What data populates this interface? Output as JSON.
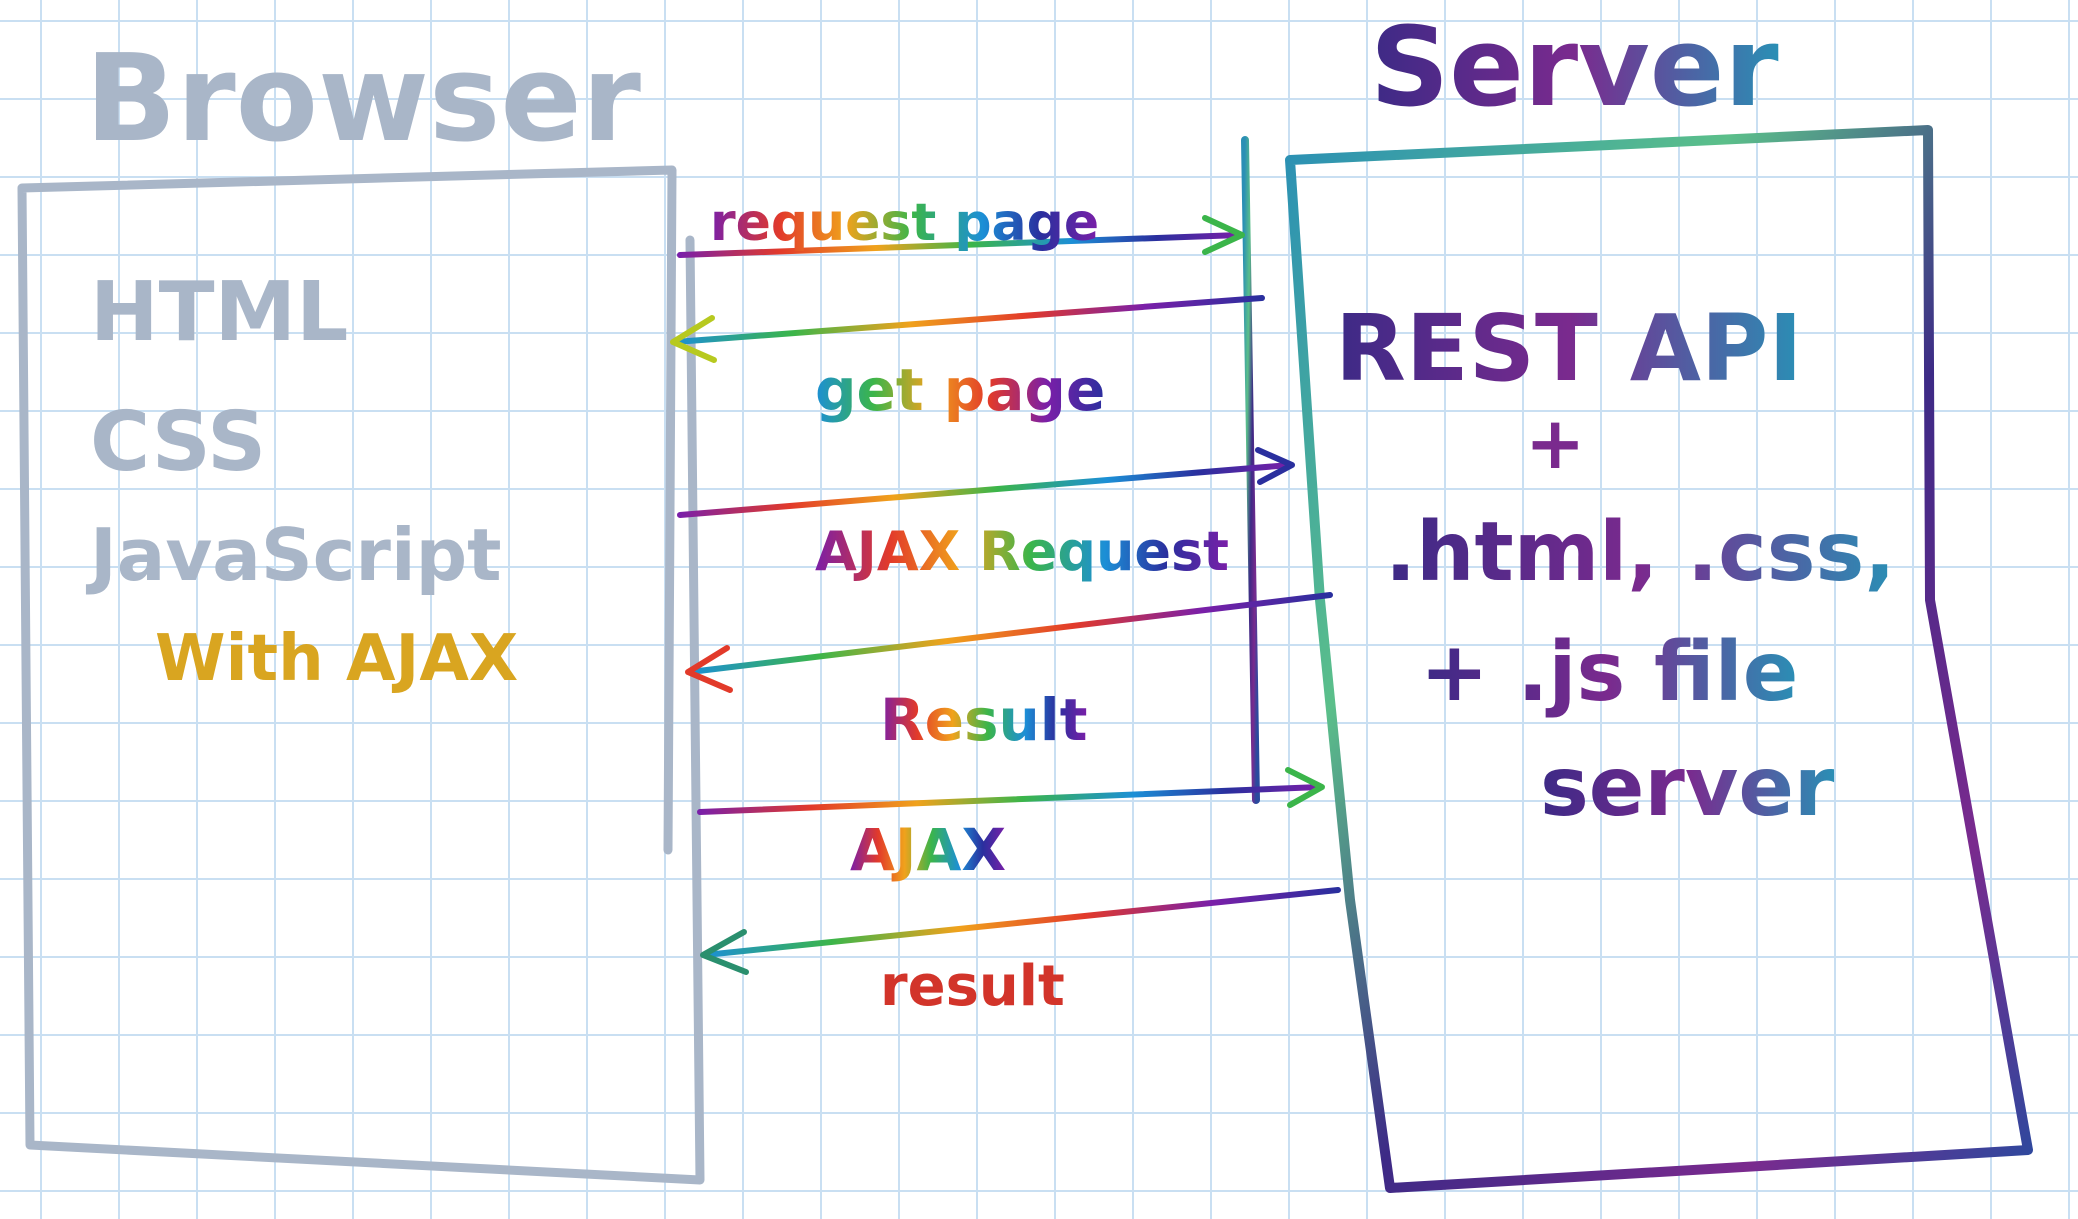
{
  "browser": {
    "title": "Browser",
    "items": [
      "HTML",
      "CSS",
      "JavaScript"
    ],
    "ajax_note": "With AJAX"
  },
  "server": {
    "title": "Server",
    "content": [
      "REST API",
      "+",
      ".html, .css,",
      "+ .js file",
      "server"
    ]
  },
  "arrows": [
    {
      "label": "request page",
      "direction": "to-server"
    },
    {
      "label": "get page",
      "direction": "to-browser"
    },
    {
      "label": "AJAX Request",
      "direction": "to-server"
    },
    {
      "label": "Result",
      "direction": "to-browser"
    },
    {
      "label": "AJAX",
      "direction": "to-server"
    },
    {
      "label": "result",
      "direction": "to-browser"
    }
  ],
  "colors": {
    "browser_silver": "#a9b6c8",
    "ajax_gold": "#d9a520",
    "server_indigo": "#3d2a86",
    "server_teal": "#2a8fb5",
    "server_green": "#5bbf8a",
    "grid": "#c9dff2"
  }
}
